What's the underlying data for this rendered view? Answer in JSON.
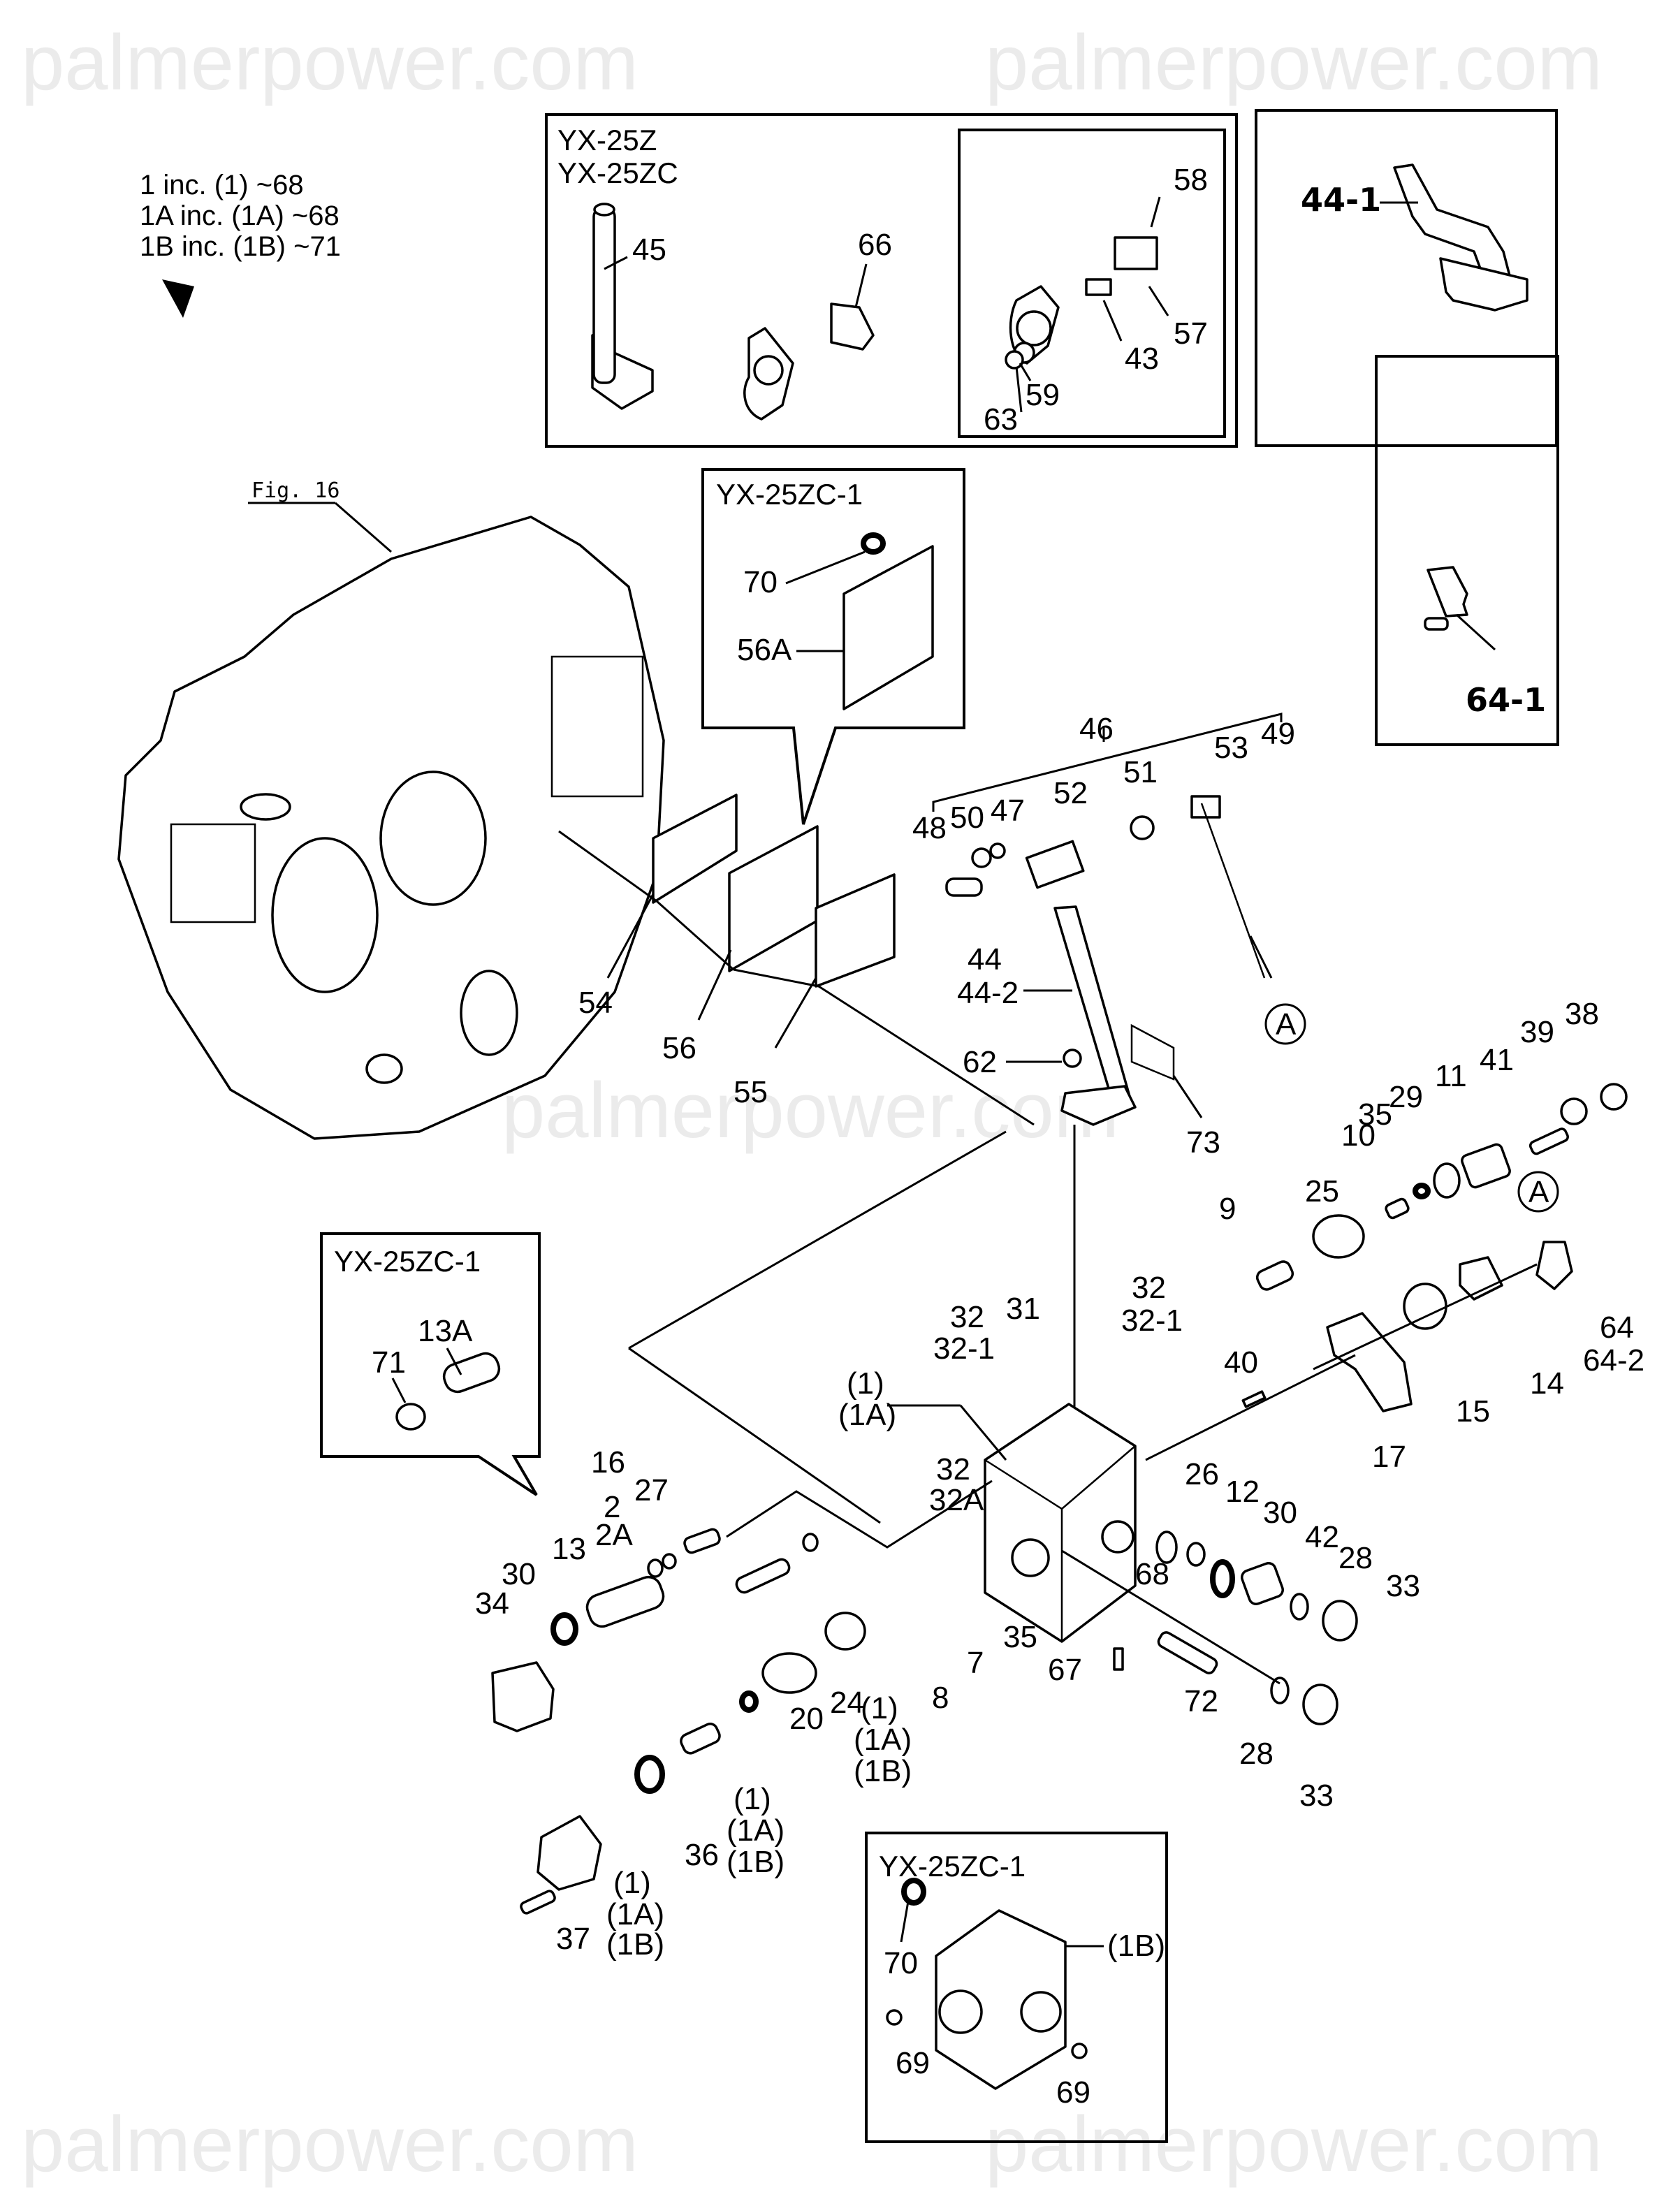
{
  "watermark": "palmerpower.com",
  "notes": {
    "lines": [
      "1 inc. (1) ~68",
      "1A inc. (1A) ~68",
      "1B inc. (1B) ~71"
    ]
  },
  "figure_ref": "Fig. 16",
  "insets": {
    "top_main": {
      "titles": [
        "YX-25Z",
        "YX-25ZC"
      ],
      "labels": [
        "45",
        "66",
        "58",
        "57",
        "43",
        "59",
        "63"
      ]
    },
    "top_right": {
      "labels": [
        "44-1"
      ]
    },
    "right_mid": {
      "labels": [
        "64-1"
      ]
    },
    "plate": {
      "title": "YX-25ZC-1",
      "labels": [
        "70",
        "56A"
      ]
    },
    "spool": {
      "title": "YX-25ZC-1",
      "labels": [
        "71",
        "13A"
      ]
    },
    "body": {
      "title": "YX-25ZC-1",
      "labels": [
        "70",
        "(1B)",
        "69",
        "69"
      ]
    }
  },
  "callouts": {
    "gaskets": [
      "54",
      "56",
      "55"
    ],
    "linkage": [
      "46",
      "48",
      "50",
      "47",
      "52",
      "51",
      "53",
      "49"
    ],
    "lever": [
      "44",
      "44-2",
      "62",
      "73"
    ],
    "ref_a": "A",
    "upper_valve": [
      "9",
      "25",
      "10",
      "35",
      "29",
      "11",
      "41",
      "39",
      "38"
    ],
    "side_parts": [
      "64",
      "64-2",
      "14",
      "15",
      "17",
      "40"
    ],
    "body_top": [
      "32",
      "32-1",
      "31",
      "32",
      "32-1",
      "(1)",
      "(1A)",
      "32",
      "32A"
    ],
    "body_right": [
      "26",
      "12",
      "30",
      "42",
      "28",
      "33",
      "68",
      "67",
      "72",
      "28",
      "33"
    ],
    "left_spool": [
      "34",
      "30",
      "13",
      "2",
      "2A",
      "27",
      "16"
    ],
    "lower_spool": [
      "7",
      "35",
      "8",
      "(1)",
      "(1A)",
      "(1B)",
      "24",
      "20",
      "(1)",
      "(1A)",
      "(1B)",
      "36",
      "37",
      "(1)",
      "(1A)",
      "(1B)"
    ]
  }
}
